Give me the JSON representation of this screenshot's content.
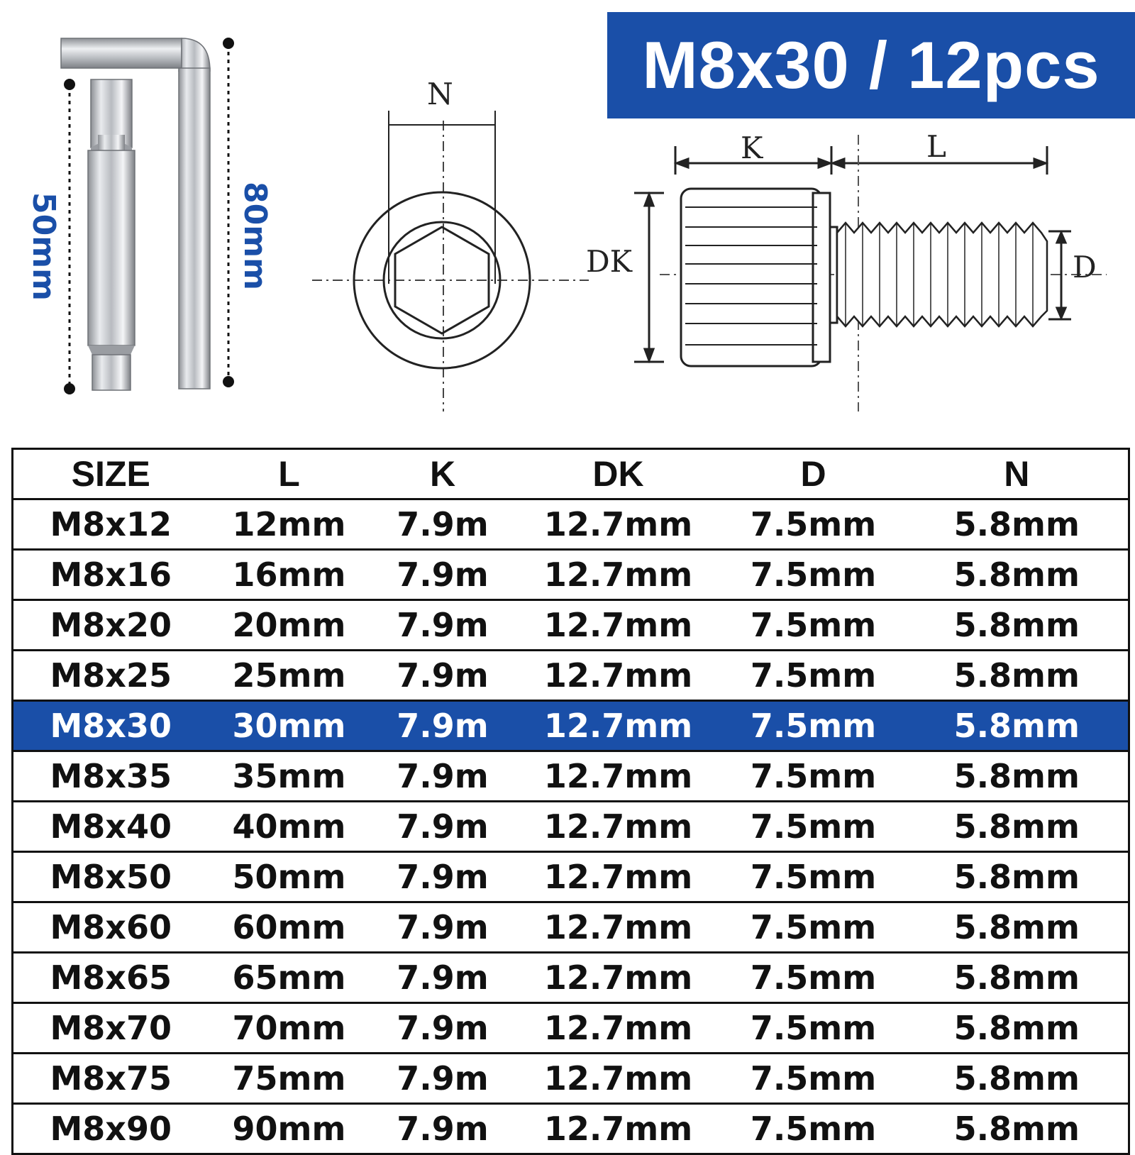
{
  "banner": {
    "text": "M8x30 / 12pcs",
    "bg": "#1a4fa8",
    "fg": "#ffffff"
  },
  "tools": {
    "bit_length": "50mm",
    "key_length": "80mm",
    "label_color": "#1a4fa8"
  },
  "diagram": {
    "top_view_label": "N",
    "side_labels": {
      "k": "K",
      "l": "L",
      "dk": "DK",
      "d": "D"
    }
  },
  "table": {
    "headers": [
      "SIZE",
      "L",
      "K",
      "DK",
      "D",
      "N"
    ],
    "highlight_row": 4,
    "highlight_color": "#1a4fa8",
    "rows": [
      [
        "M8x12",
        "12mm",
        "7.9m",
        "12.7mm",
        "7.5mm",
        "5.8mm"
      ],
      [
        "M8x16",
        "16mm",
        "7.9m",
        "12.7mm",
        "7.5mm",
        "5.8mm"
      ],
      [
        "M8x20",
        "20mm",
        "7.9m",
        "12.7mm",
        "7.5mm",
        "5.8mm"
      ],
      [
        "M8x25",
        "25mm",
        "7.9m",
        "12.7mm",
        "7.5mm",
        "5.8mm"
      ],
      [
        "M8x30",
        "30mm",
        "7.9m",
        "12.7mm",
        "7.5mm",
        "5.8mm"
      ],
      [
        "M8x35",
        "35mm",
        "7.9m",
        "12.7mm",
        "7.5mm",
        "5.8mm"
      ],
      [
        "M8x40",
        "40mm",
        "7.9m",
        "12.7mm",
        "7.5mm",
        "5.8mm"
      ],
      [
        "M8x50",
        "50mm",
        "7.9m",
        "12.7mm",
        "7.5mm",
        "5.8mm"
      ],
      [
        "M8x60",
        "60mm",
        "7.9m",
        "12.7mm",
        "7.5mm",
        "5.8mm"
      ],
      [
        "M8x65",
        "65mm",
        "7.9m",
        "12.7mm",
        "7.5mm",
        "5.8mm"
      ],
      [
        "M8x70",
        "70mm",
        "7.9m",
        "12.7mm",
        "7.5mm",
        "5.8mm"
      ],
      [
        "M8x75",
        "75mm",
        "7.9m",
        "12.7mm",
        "7.5mm",
        "5.8mm"
      ],
      [
        "M8x90",
        "90mm",
        "7.9m",
        "12.7mm",
        "7.5mm",
        "5.8mm"
      ]
    ]
  }
}
